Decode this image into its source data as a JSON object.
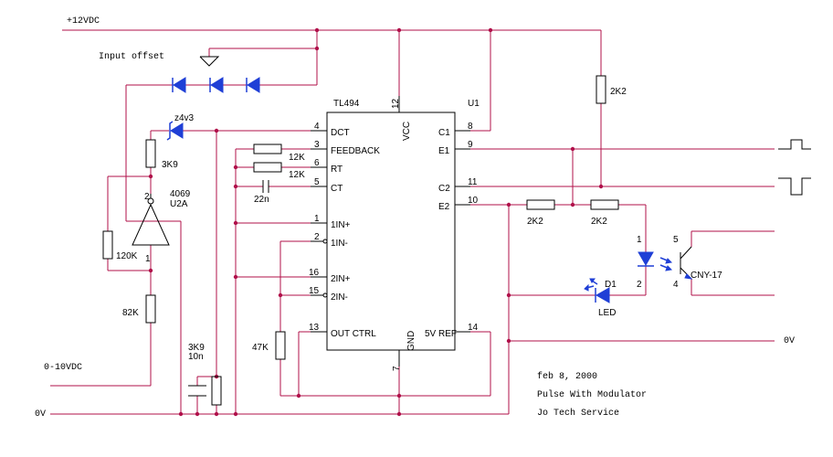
{
  "labels": {
    "vcc_rail": "+12VDC",
    "input_offset": "Input offset",
    "zener": "z4v3",
    "r_3k9_top": "3K9",
    "inv_part": "4069",
    "inv_ref": "U2A",
    "inv_pin_in": "2",
    "inv_pin_out": "1",
    "r_120k": "120K",
    "r_82k": "82K",
    "r_3k9_bottom": "3K9",
    "c_10n": "10n",
    "input_label": "0-10VDC",
    "gnd_left": "0V",
    "gnd_right": "0V",
    "ic_name": "TL494",
    "ic_ref": "U1",
    "r_12k_a": "12K",
    "r_12k_b": "12K",
    "c_22n": "22n",
    "r_47k": "47K",
    "r_2k2_pullup": "2K2",
    "r_2k2_a": "2K2",
    "r_2k2_b": "2K2",
    "led_ref": "D1",
    "led_label": "LED",
    "opto_label": "CNY-17",
    "opto_pin1": "1",
    "opto_pin2": "2",
    "opto_pin4": "4",
    "opto_pin5": "5",
    "date": "feb 8,  2000",
    "title": "Pulse With Modulator",
    "author": "Jo Tech Service"
  },
  "ic_pins": [
    {
      "num": "4",
      "name": "DCT"
    },
    {
      "num": "3",
      "name": "FEEDBACK"
    },
    {
      "num": "6",
      "name": "RT"
    },
    {
      "num": "5",
      "name": "CT"
    },
    {
      "num": "1",
      "name": "1IN+"
    },
    {
      "num": "2",
      "name": "1IN-"
    },
    {
      "num": "16",
      "name": "2IN+"
    },
    {
      "num": "15",
      "name": "2IN-"
    },
    {
      "num": "13",
      "name": "OUT CTRL"
    },
    {
      "num": "12",
      "name": "VCC"
    },
    {
      "num": "7",
      "name": "GND"
    },
    {
      "num": "8",
      "name": "C1"
    },
    {
      "num": "9",
      "name": "E1"
    },
    {
      "num": "11",
      "name": "C2"
    },
    {
      "num": "10",
      "name": "E2"
    },
    {
      "num": "14",
      "name": "5V REF"
    }
  ],
  "colors": {
    "wire": "#b0104a",
    "component": "#000000",
    "diode": "#1f3fd6",
    "background": "#ffffff"
  }
}
